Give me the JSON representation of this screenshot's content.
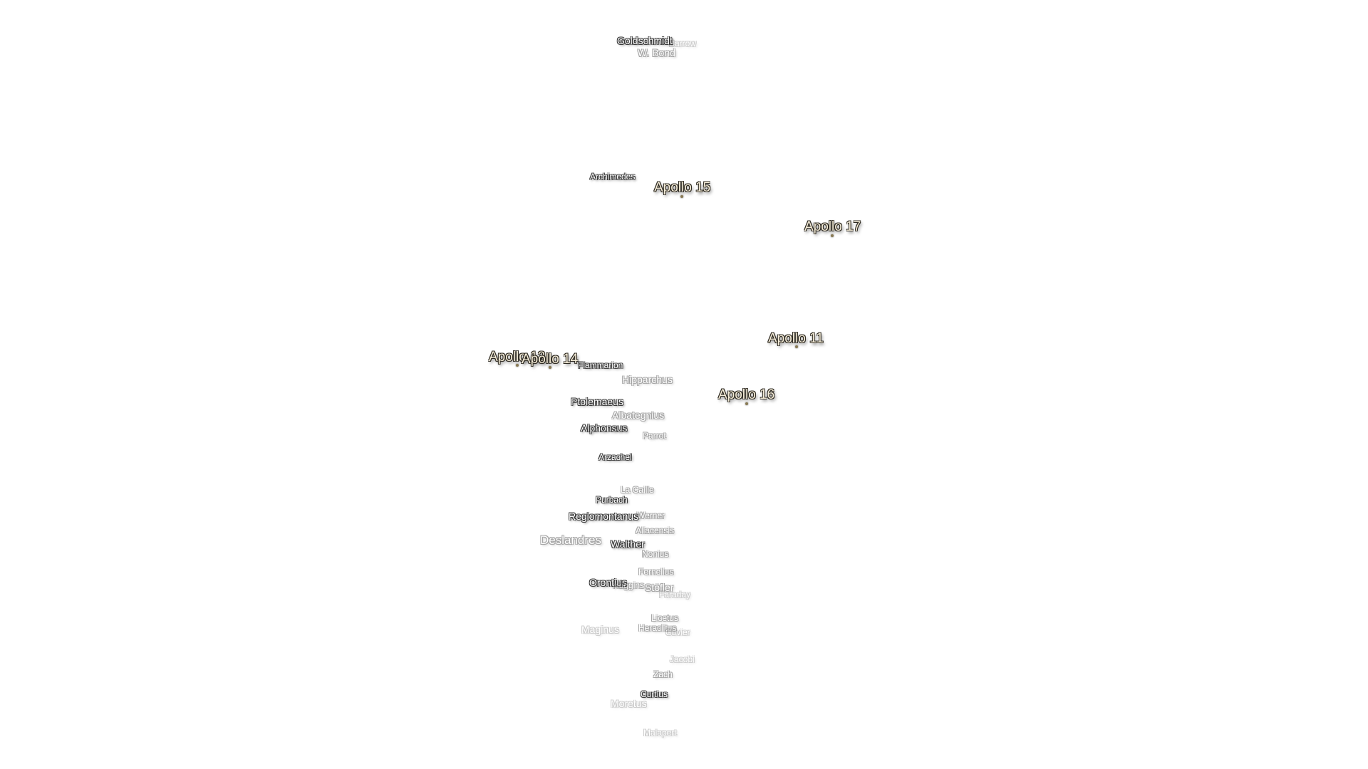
{
  "map": {
    "apollo_sites": [
      {
        "id": "apollo-15",
        "label": "Apollo 15"
      },
      {
        "id": "apollo-17",
        "label": "Apollo 17"
      },
      {
        "id": "apollo-11",
        "label": "Apollo 11"
      },
      {
        "id": "apollo-12",
        "label": "Apollo 12"
      },
      {
        "id": "apollo-14",
        "label": "Apollo 14"
      },
      {
        "id": "apollo-16",
        "label": "Apollo 16"
      }
    ],
    "craters": [
      {
        "id": "goldschmidt",
        "label": "Goldschmidt"
      },
      {
        "id": "barrow",
        "label": "Barrow"
      },
      {
        "id": "w-bond",
        "label": "W. Bond"
      },
      {
        "id": "archimedes",
        "label": "Archimedes"
      },
      {
        "id": "flammarion",
        "label": "Flammarion"
      },
      {
        "id": "hipparchus",
        "label": "Hipparchus"
      },
      {
        "id": "ptolemaeus",
        "label": "Ptolemaeus"
      },
      {
        "id": "albategnius",
        "label": "Albategnius"
      },
      {
        "id": "alphonsus",
        "label": "Alphonsus"
      },
      {
        "id": "parrot",
        "label": "Parrot"
      },
      {
        "id": "arzachel",
        "label": "Arzachel"
      },
      {
        "id": "la-caille",
        "label": "La Caille"
      },
      {
        "id": "purbach",
        "label": "Purbach"
      },
      {
        "id": "regiomontanus",
        "label": "Regiomontanus"
      },
      {
        "id": "werner",
        "label": "Werner"
      },
      {
        "id": "aliacensis",
        "label": "Aliacensis"
      },
      {
        "id": "deslandres",
        "label": "Deslandres"
      },
      {
        "id": "walther",
        "label": "Walther"
      },
      {
        "id": "nonius",
        "label": "Nonius"
      },
      {
        "id": "fernelius",
        "label": "Fernelius"
      },
      {
        "id": "orontius",
        "label": "Orontius"
      },
      {
        "id": "huggins",
        "label": "Huggins"
      },
      {
        "id": "stofler",
        "label": "Stöfler"
      },
      {
        "id": "faraday",
        "label": "Faraday"
      },
      {
        "id": "licetus",
        "label": "Licetus"
      },
      {
        "id": "heraclitus",
        "label": "Heraclitus"
      },
      {
        "id": "cuvier",
        "label": "Cuvier"
      },
      {
        "id": "maginus",
        "label": "Maginus"
      },
      {
        "id": "jacobi",
        "label": "Jacobi"
      },
      {
        "id": "zach",
        "label": "Zach"
      },
      {
        "id": "curtius",
        "label": "Curtius"
      },
      {
        "id": "moretus",
        "label": "Moretus"
      },
      {
        "id": "malapert",
        "label": "Malapert"
      }
    ]
  }
}
